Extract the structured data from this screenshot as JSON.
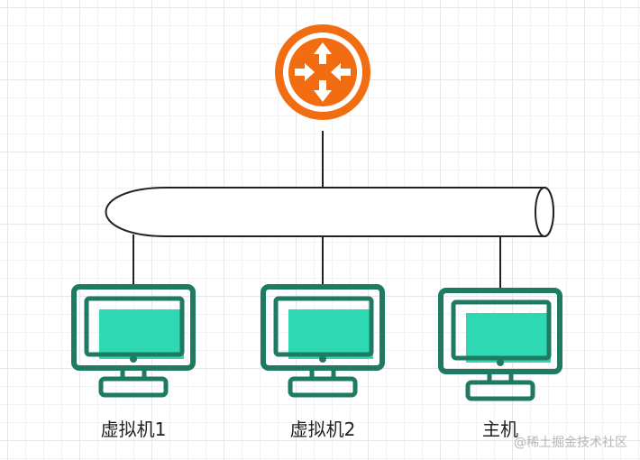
{
  "nodes": {
    "router": {
      "icon": "router-icon"
    },
    "vm1": {
      "label": "虚拟机1",
      "icon": "monitor-icon"
    },
    "vm2": {
      "label": "虚拟机2",
      "icon": "monitor-icon"
    },
    "host": {
      "label": "主机",
      "icon": "monitor-icon"
    },
    "bus": {
      "icon": "cylinder-bus-icon"
    }
  },
  "colors": {
    "router": "#f26d12",
    "monitor_frame": "#1f7a62",
    "monitor_screen": "#2ed8b3",
    "line": "#222222"
  },
  "watermark": "@稀土掘金技术社区"
}
